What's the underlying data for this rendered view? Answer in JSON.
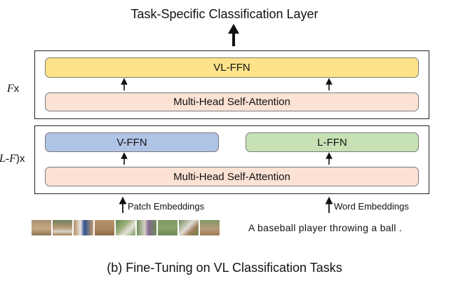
{
  "diagram": {
    "title": "Task-Specific Classification Layer",
    "upper_block": {
      "repeat_label": "x",
      "repeat_var": "F",
      "vl_ffn": "VL-FFN",
      "attention": "Multi-Head Self-Attention"
    },
    "lower_block": {
      "repeat_label": ")x",
      "repeat_var": "L-F",
      "v_ffn": "V-FFN",
      "l_ffn": "L-FFN",
      "attention": "Multi-Head Self-Attention"
    },
    "patch_embeddings": "Patch Embeddings",
    "word_embeddings": "Word Embeddings",
    "image_patches_count": 9,
    "sentence": "A baseball player throwing a ball .",
    "caption": "(b) Fine-Tuning on VL Classification Tasks"
  },
  "colors": {
    "attention": "#fbe2d5",
    "vl_ffn": "#fde28a",
    "v_ffn": "#b0c4e6",
    "l_ffn": "#c6e2b5"
  }
}
